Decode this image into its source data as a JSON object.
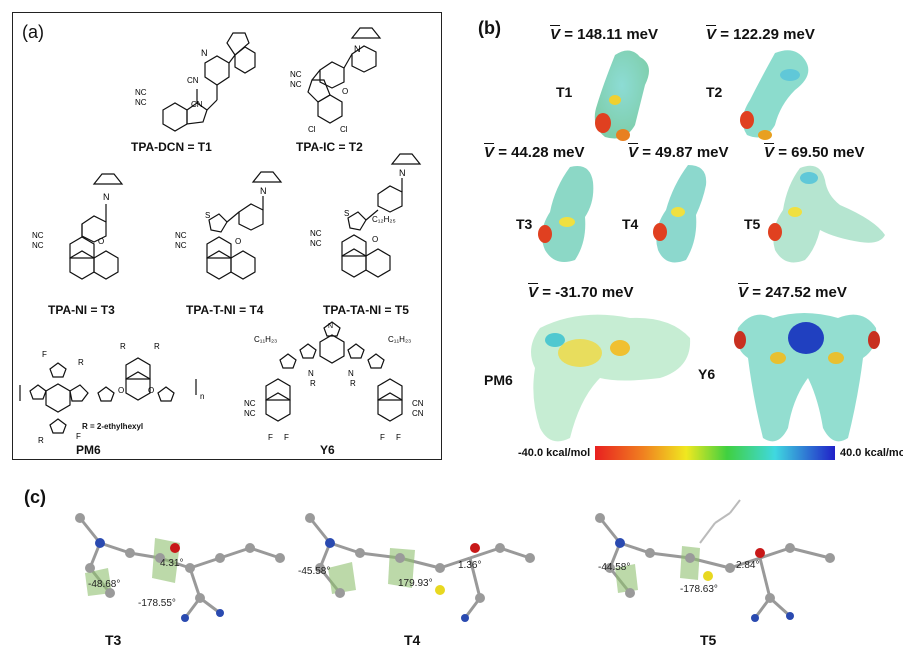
{
  "panel_a": {
    "label": "(a)",
    "molecules": [
      {
        "name": "TPA-DCN = T1"
      },
      {
        "name": "TPA-IC = T2"
      },
      {
        "name": "TPA-NI = T3"
      },
      {
        "name": "TPA-T-NI = T4"
      },
      {
        "name": "TPA-TA-NI = T5"
      },
      {
        "name": "PM6"
      },
      {
        "name": "Y6"
      }
    ],
    "atom_labels": {
      "nc": "NC",
      "cn": "CN",
      "cl": "Cl",
      "o": "O",
      "n": "N",
      "s": "S",
      "f": "F",
      "r": "R",
      "c12h25": "C₁₂H₂₅",
      "c11h23": "C₁₁H₂₃",
      "n_sub": "n",
      "r_def": "R = 2-ethylhexyl"
    }
  },
  "panel_b": {
    "label": "(b)",
    "items": [
      {
        "tag": "T1",
        "v": "= 148.11 meV"
      },
      {
        "tag": "T2",
        "v": "= 122.29 meV"
      },
      {
        "tag": "T3",
        "v": "= 44.28 meV"
      },
      {
        "tag": "T4",
        "v": "= 49.87 meV"
      },
      {
        "tag": "T5",
        "v": "= 69.50 meV"
      },
      {
        "tag": "PM6",
        "v": "= -31.70 meV"
      },
      {
        "tag": "Y6",
        "v": "= 247.52 meV"
      }
    ],
    "v_symbol": "V",
    "colorbar": {
      "min_label": "-40.0 kcal/mol",
      "max_label": "40.0 kcal/mol"
    }
  },
  "panel_c": {
    "label": "(c)",
    "structures": [
      {
        "tag": "T3",
        "angles": [
          "-48.68°",
          "4.31°",
          "-178.55°"
        ]
      },
      {
        "tag": "T4",
        "angles": [
          "-45.58°",
          "179.93°",
          "1.36°"
        ]
      },
      {
        "tag": "T5",
        "angles": [
          "-44.58°",
          "-178.63°",
          "2.84°"
        ]
      }
    ]
  },
  "colors": {
    "esp_red": "#e53020",
    "esp_yellow": "#f2e020",
    "esp_green": "#40c060",
    "esp_cyan": "#60d0d0",
    "esp_blue": "#2030c0",
    "atom_c": "#9a9a9a",
    "atom_h": "#e0e0e0",
    "atom_n": "#2a4ab0",
    "atom_o": "#c81818",
    "atom_s": "#e8d820",
    "plane": "#8fbf70"
  }
}
